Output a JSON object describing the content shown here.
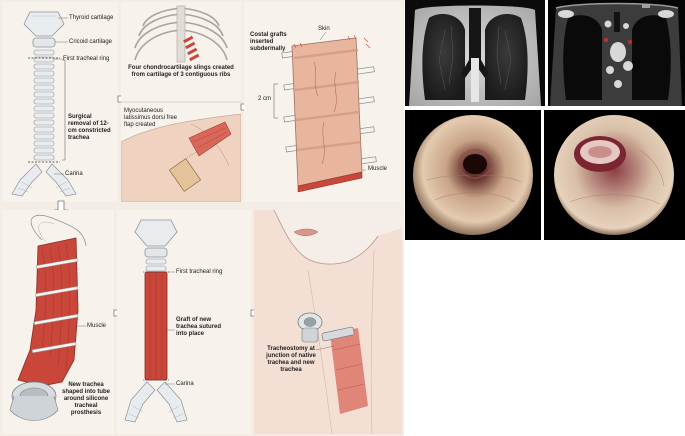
{
  "figure": {
    "p1": {
      "thyroid_cartilage": "Thyroid cartilage",
      "cricoid_cartilage": "Cricoid cartilage",
      "first_tracheal_ring": "First tracheal ring",
      "surgical_removal": "Surgical removal of 12-cm constricted trachea",
      "carina": "Carina"
    },
    "p2": {
      "slings": "Four chondrocartilage slings created from cartilage of 3 contiguous ribs",
      "flap": "Myocutaneous latissimus dorsi free flap created"
    },
    "p3": {
      "costal_grafts": "Costal grafts inserted subdermally",
      "skin": "Skin",
      "two_cm": "2 cm",
      "muscle": "Muscle"
    },
    "p4": {
      "muscle": "Muscle",
      "new_trachea": "New trachea shaped into tube around silicone tracheal prosthesis"
    },
    "p5": {
      "first_tracheal_ring": "First tracheal ring",
      "graft": "Graft of new trachea sutured into place",
      "carina": "Carina"
    },
    "p6": {
      "tracheostomy": "Tracheostomy at junction of native trachea and new trachea"
    }
  },
  "colors": {
    "panel_bg": "#f7f2ec",
    "frame": "#cfc6bc",
    "cartilage": "#e9ecef",
    "tissue": "#e2b39c",
    "muscle": "#c8463a",
    "skin": "#f0d2c1"
  }
}
